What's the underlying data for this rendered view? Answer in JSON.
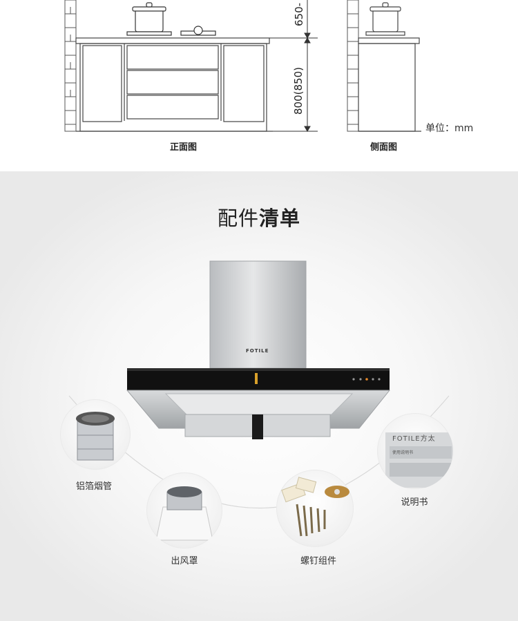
{
  "drawings": {
    "front_label": "正面图",
    "side_label": "侧面图",
    "dim_top": "650-",
    "dim_bottom": "800(850)",
    "unit": "单位：mm"
  },
  "accessories": {
    "title_light": "配件",
    "title_bold": "清单",
    "hood_logo": "FOTILE",
    "items": [
      {
        "label": "铝箔烟管",
        "icon": "aluminum-foil-duct"
      },
      {
        "label": "出风罩",
        "icon": "air-outlet-hood"
      },
      {
        "label": "螺钉组件",
        "icon": "screw-kit"
      },
      {
        "label": "说明书",
        "icon": "manual-booklet"
      }
    ],
    "manual": {
      "brand": "FOTILE方太",
      "heading": "使用说明书"
    }
  }
}
